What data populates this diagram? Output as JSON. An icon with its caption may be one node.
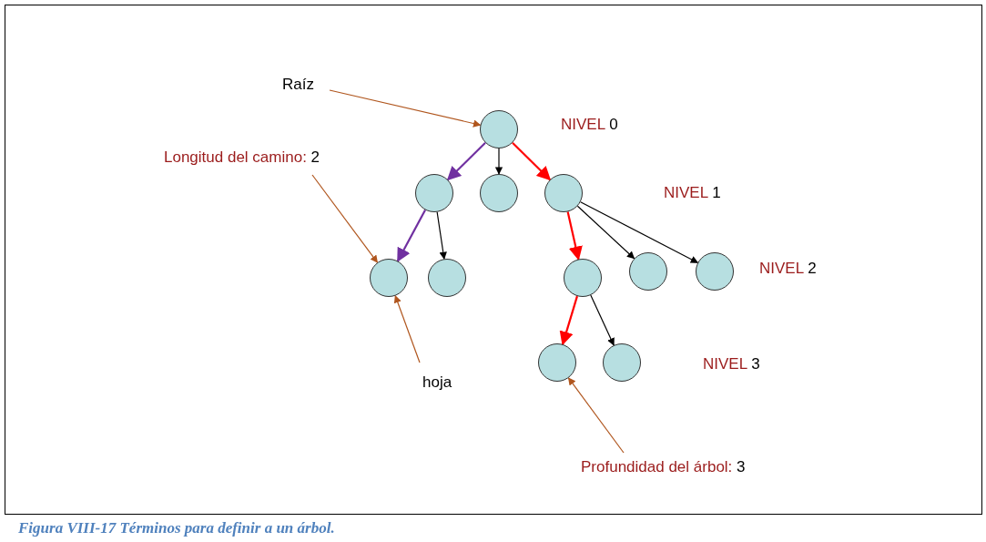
{
  "diagram": {
    "caption": "Figura VIII-17 Términos para definir a un árbol.",
    "nodes": [
      {
        "text": [],
        "shape": "circle"
      },
      {
        "text": [],
        "shape": "circle"
      },
      {
        "text": [],
        "shape": "circle"
      },
      {
        "text": [],
        "shape": "circle"
      },
      {
        "text": [],
        "shape": "circle"
      },
      {
        "text": [],
        "shape": "circle"
      },
      {
        "text": [],
        "shape": "circle"
      },
      {
        "text": [],
        "shape": "circle"
      },
      {
        "text": [],
        "shape": "circle"
      },
      {
        "text": [],
        "shape": "circle"
      },
      {
        "text": [],
        "shape": "circle"
      },
      {
        "text": [
          "Raíz"
        ]
      },
      {
        "text": [
          "Longitud del camino: 2"
        ]
      },
      {
        "text": [
          "hoja"
        ]
      },
      {
        "text": [
          "Profundidad del árbol: 3"
        ]
      }
    ],
    "edges": [
      {
        "from": 0,
        "to": 1,
        "arrow": "to",
        "color": "#7030a0"
      },
      {
        "from": 0,
        "to": 2,
        "arrow": "to"
      },
      {
        "from": 0,
        "to": 3,
        "arrow": "to",
        "color": "#ff0000"
      },
      {
        "from": 1,
        "to": 4,
        "arrow": "to",
        "color": "#7030a0"
      },
      {
        "from": 1,
        "to": 5,
        "arrow": "to"
      },
      {
        "from": 3,
        "to": 6,
        "arrow": "to",
        "color": "#ff0000"
      },
      {
        "from": 3,
        "to": 7,
        "arrow": "to"
      },
      {
        "from": 3,
        "to": 8,
        "arrow": "to"
      },
      {
        "from": 6,
        "to": 9,
        "arrow": "to",
        "color": "#ff0000"
      },
      {
        "from": 6,
        "to": 10,
        "arrow": "to"
      },
      {
        "from": 11,
        "to": 0,
        "arrow": "to",
        "color": "#b0561e"
      },
      {
        "from": 12,
        "to": 4,
        "arrow": "to",
        "color": "#b0561e"
      },
      {
        "from": 13,
        "to": 4,
        "arrow": "to",
        "color": "#b0561e"
      },
      {
        "from": 14,
        "to": 9,
        "arrow": "to",
        "color": "#b0561e"
      }
    ],
    "labels": [
      "NIVEL 0",
      "NIVEL 1",
      "NIVEL 2",
      "NIVEL 3"
    ]
  }
}
